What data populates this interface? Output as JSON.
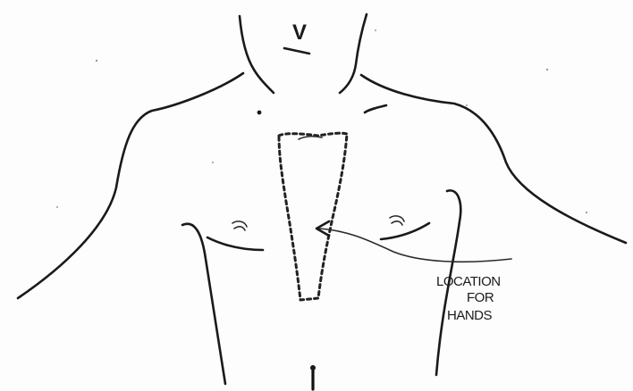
{
  "diagram": {
    "neck_mark": "V",
    "callout": {
      "line1": "LOCATION",
      "line2": "FOR",
      "line3": "HANDS"
    }
  },
  "colors": {
    "ink": "#1a1a1a",
    "paper": "#fdfdfd"
  }
}
